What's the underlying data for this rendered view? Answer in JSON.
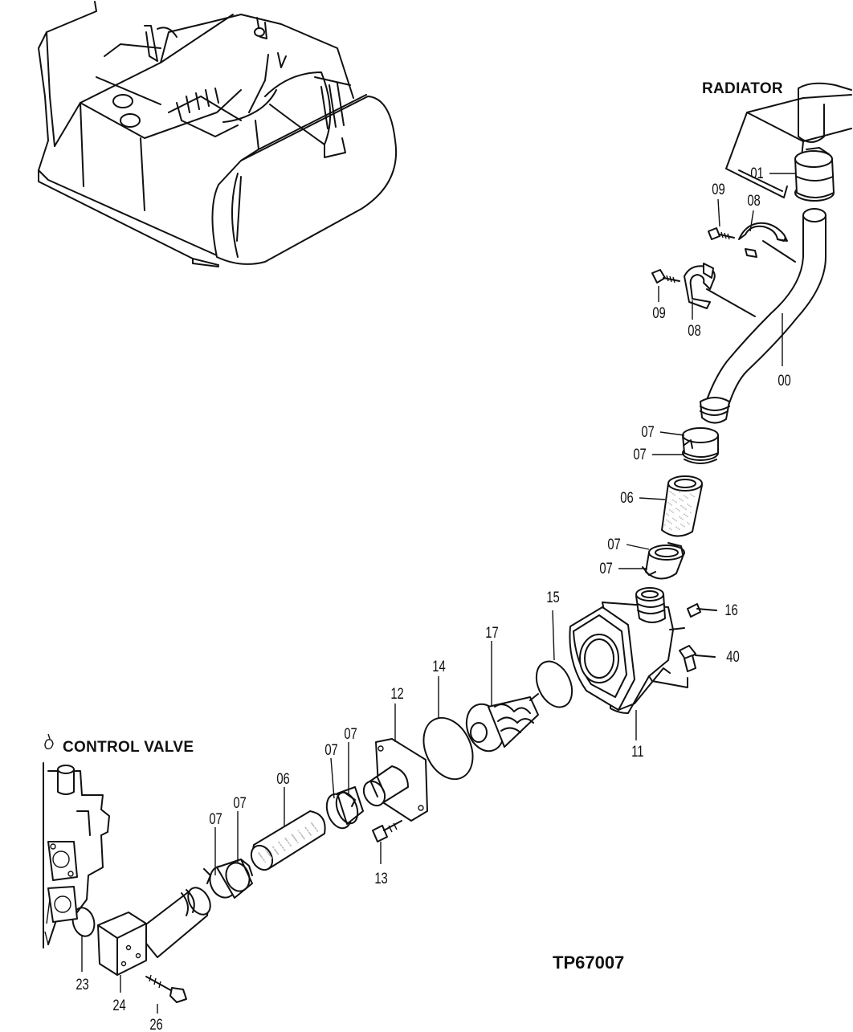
{
  "diagram": {
    "labels": {
      "radiator": "RADIATOR",
      "control_valve": "CONTROL VALVE",
      "figure_code": "TP67007"
    },
    "part_numbers": {
      "p00": "00",
      "p01": "01",
      "p06": "06",
      "p07": "07",
      "p08": "08",
      "p09": "09",
      "p11": "11",
      "p12": "12",
      "p13": "13",
      "p14": "14",
      "p15": "15",
      "p16": "16",
      "p17": "17",
      "p23": "23",
      "p24": "24",
      "p26": "26",
      "p40": "40"
    }
  }
}
